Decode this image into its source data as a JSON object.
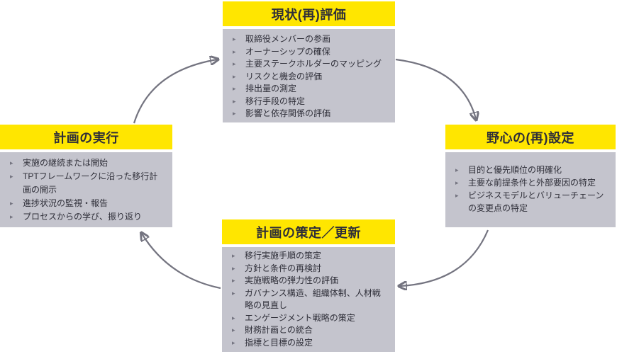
{
  "colors": {
    "header_bg": "#FFE600",
    "body_bg": "#C4C4CD",
    "text": "#2E2E38",
    "arrow": "#747480"
  },
  "icons": {
    "bullet": "▸"
  },
  "boxes": {
    "assessment": {
      "title": "現状(再)評価",
      "items": [
        "取締役メンバーの参画",
        "オーナーシップの確保",
        "主要ステークホルダーのマッピング",
        "リスクと機会の評価",
        "排出量の測定",
        "移行手段の特定",
        "影響と依存関係の評価"
      ]
    },
    "ambition": {
      "title": "野心の(再)設定",
      "items": [
        "目的と優先順位の明確化",
        "主要な前提条件と外部要因の特定",
        "ビジネスモデルとバリューチェーンの変更点の特定"
      ]
    },
    "update": {
      "title": "計画の策定／更新",
      "items": [
        "移行実施手順の策定",
        "方針と条件の再検討",
        "実施戦略の弾力性の評価",
        "ガバナンス構造、組織体制、人材戦略の見直し",
        "エンゲージメント戦略の策定",
        "財務計画との統合",
        "指標と目標の設定"
      ]
    },
    "execution": {
      "title": "計画の実行",
      "items": [
        "実施の継続または開始",
        "TPTフレームワークに沿った移行計画の開示",
        "進捗状況の監視・報告",
        "プロセスからの学び、振り返り"
      ]
    }
  }
}
